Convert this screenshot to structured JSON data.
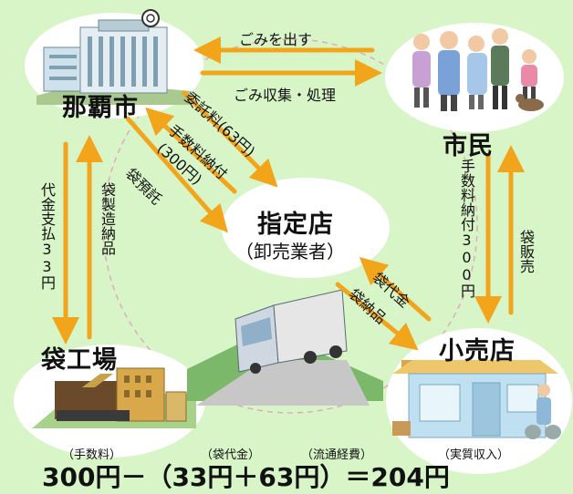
{
  "colors": {
    "background": "#d8f5c8",
    "arrow": "#f2a51a",
    "bubble": "#ffffff"
  },
  "nodes": {
    "city": "那覇市",
    "citizens": "市民",
    "designated_store": "指定店",
    "designated_store_sub": "（卸売業者）",
    "retail_store": "小売店",
    "bag_factory": "袋工場"
  },
  "edges": {
    "put_out_garbage": "ごみを出す",
    "garbage_collection": "ごみ収集・処理",
    "consignment_fee": "委託料(63円)",
    "fee_payment_to_city": "手数料納付",
    "fee_payment_amount": "(300円)",
    "bag_consignment": "袋預託",
    "payment_to_factory": "代金支払33円",
    "bag_manufacture": "袋製造納品",
    "fee_payment_from_retail": "手数料納付300円",
    "bag_sales": "袋販売",
    "bag_price": "袋代金",
    "bag_delivery": "袋納品"
  },
  "formula": {
    "label_fee": "（手数料）",
    "label_bag_price": "（袋代金）",
    "label_distribution": "（流通経費）",
    "label_net_income": "（実質収入）",
    "expression": "300円－（33円＋63円）＝204円"
  },
  "icons": {
    "city_hall": "city-hall-building-icon",
    "crowd": "citizens-group-icon",
    "truck": "delivery-truck-icon",
    "shop": "retail-shop-icon",
    "factory": "factory-icon"
  }
}
